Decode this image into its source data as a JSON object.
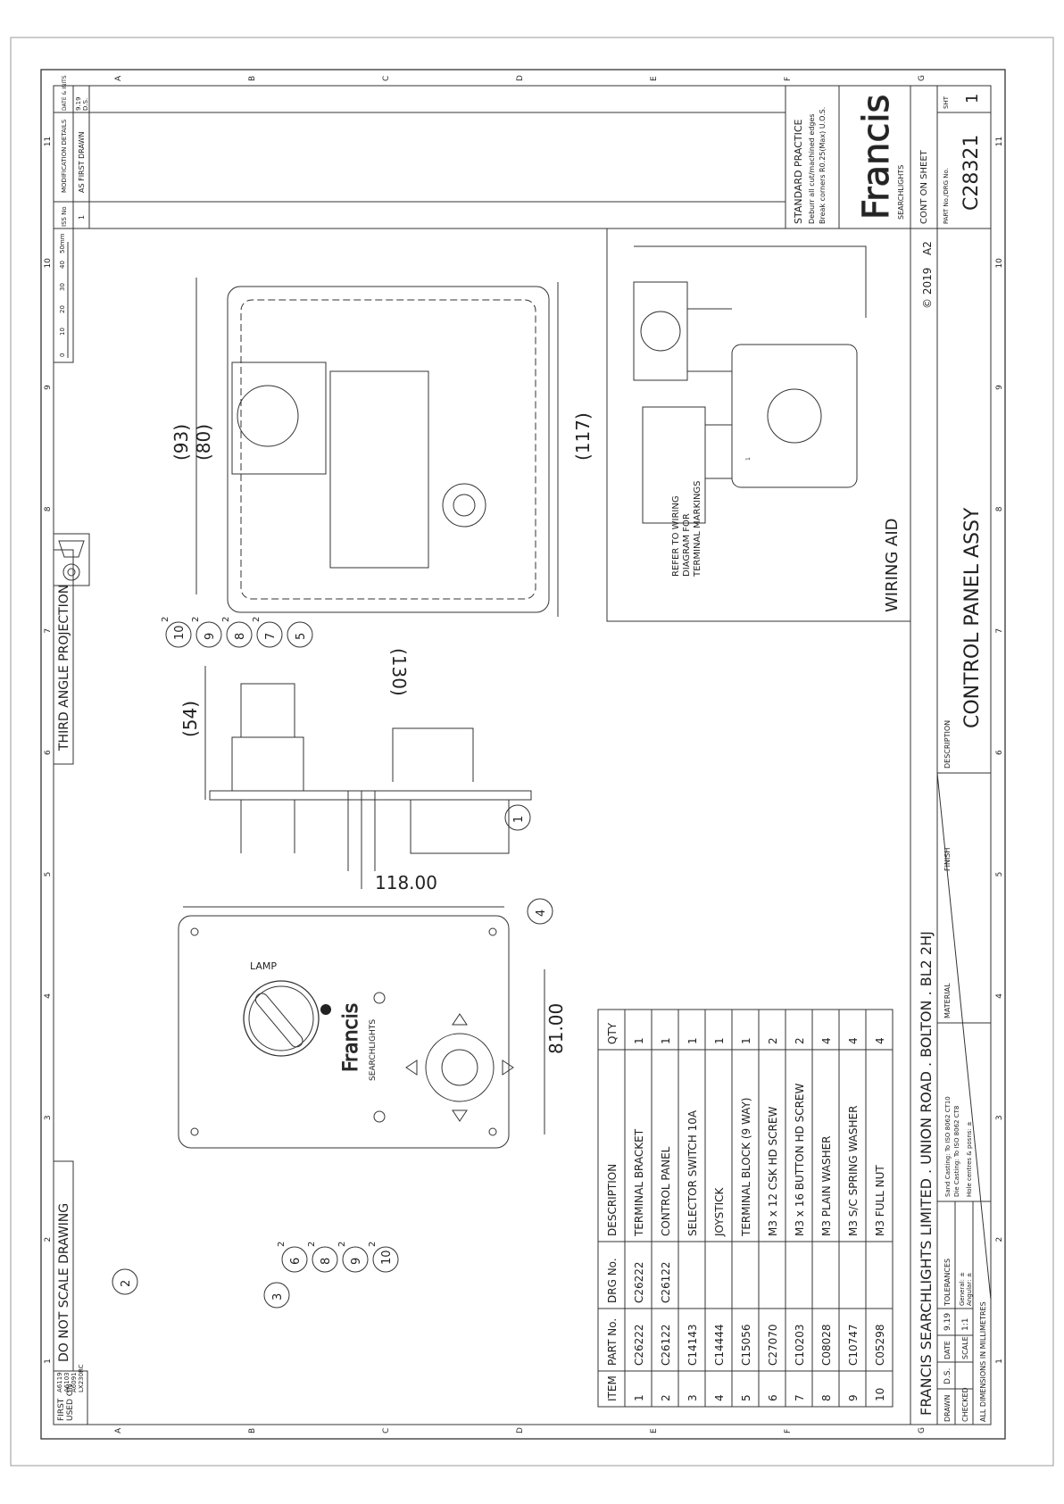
{
  "edge_letters": [
    "A",
    "B",
    "C",
    "D",
    "E",
    "F",
    "G"
  ],
  "edge_numbers": [
    "1",
    "2",
    "3",
    "4",
    "5",
    "6",
    "7",
    "8",
    "9",
    "10",
    "11"
  ],
  "first_used": {
    "label1": "FIRST",
    "label2": "USED ON",
    "refs": [
      "A6119",
      "A6103",
      "A6091",
      "LX230RC"
    ]
  },
  "do_not_scale": "DO NOT SCALE DRAWING",
  "projection": "THIRD ANGLE PROJECTION",
  "scale_ticks": [
    "0",
    "10",
    "20",
    "30",
    "40",
    "50mm"
  ],
  "mod_table": {
    "iss_header": "ISS No",
    "details_header": "MODIFICATION DETAILS",
    "date_header": "DATE & INITS",
    "issue": "1",
    "detail": "AS FIRST DRAWN",
    "date": "9.19",
    "inits": "D.S."
  },
  "standard_practice": {
    "title": "STANDARD PRACTICE",
    "line1": "Deburr all cut/machined edges",
    "line2": "Break corners R0.25(Max) U.O.S."
  },
  "logo": {
    "word": "Francis",
    "sub": "SEARCHLIGHTS"
  },
  "copyright": "© 2019",
  "sheet_size": "A2",
  "cont_on_sheet": "CONT ON SHEET",
  "part_no_label": "PART No./DRG No.",
  "part_no": "C28321",
  "sht_label": "SHT",
  "sht": "1",
  "company": "FRANCIS SEARCHLIGHTS LIMITED . UNION ROAD . BOLTON . BL2 2HJ",
  "title_block": {
    "drawn_label": "DRAWN",
    "drawn": "D.S.",
    "date_label": "DATE",
    "date": "9.19",
    "checked_label": "CHECKED",
    "scale_label": "SCALE",
    "scale": "1:1",
    "dims": "ALL DIMENSIONS IN MILLIMETRES",
    "tol_label": "TOLERANCES",
    "general": "General: ±",
    "angular": "Angular: ±",
    "sand": "Sand Casting: To ISO 8062 CT10",
    "die": "Die Casting: To ISO 8062 CT8",
    "holes": "Hole centres & posns: ±",
    "material_label": "MATERIAL",
    "finish_label": "FINISH",
    "description_label": "DESCRIPTION",
    "description": "CONTROL PANEL ASSY"
  },
  "dims": {
    "d93": "(93)",
    "d80": "(80)",
    "d117": "(117)",
    "d130": "(130)",
    "d54": "(54)",
    "d118": "118.00",
    "d81": "81.00"
  },
  "labels": {
    "lamp": "LAMP",
    "searchlights": "SEARCHLIGHTS",
    "wiring_aid": "WIRING AID",
    "refer1": "REFER TO WIRING",
    "refer2": "DIAGRAM FOR",
    "refer3": "TERMINAL MARKINGS",
    "one": "1"
  },
  "balloons_top": [
    {
      "n": "10",
      "q": "2"
    },
    {
      "n": "9",
      "q": "2"
    },
    {
      "n": "8",
      "q": "2"
    },
    {
      "n": "7",
      "q": "2"
    },
    {
      "n": "5",
      "q": ""
    }
  ],
  "balloons_bottom": [
    {
      "n": "6",
      "q": "2"
    },
    {
      "n": "8",
      "q": "2"
    },
    {
      "n": "9",
      "q": "2"
    },
    {
      "n": "10",
      "q": "2"
    }
  ],
  "balloons_misc": [
    "2",
    "3",
    "1",
    "4"
  ],
  "bom": {
    "headers": [
      "ITEM",
      "PART No.",
      "DRG No.",
      "DESCRIPTION",
      "QTY"
    ],
    "rows": [
      [
        "1",
        "C26222",
        "C26222",
        "TERMINAL BRACKET",
        "1"
      ],
      [
        "2",
        "C26122",
        "C26122",
        "CONTROL PANEL",
        "1"
      ],
      [
        "3",
        "C14143",
        "",
        "SELECTOR SWITCH 10A",
        "1"
      ],
      [
        "4",
        "C14444",
        "",
        "JOYSTICK",
        "1"
      ],
      [
        "5",
        "C15056",
        "",
        "TERMINAL BLOCK (9 WAY)",
        "1"
      ],
      [
        "6",
        "C27070",
        "",
        "M3 x 12 CSK HD SCREW",
        "2"
      ],
      [
        "7",
        "C10203",
        "",
        "M3 x 16 BUTTON HD SCREW",
        "2"
      ],
      [
        "8",
        "C08028",
        "",
        "M3 PLAIN WASHER",
        "4"
      ],
      [
        "9",
        "C10747",
        "",
        "M3 S/C SPRING WASHER",
        "4"
      ],
      [
        "10",
        "C05298",
        "",
        "M3 FULL NUT",
        "4"
      ]
    ]
  },
  "colors": {
    "line": "#333333",
    "paper": "#ffffff"
  }
}
